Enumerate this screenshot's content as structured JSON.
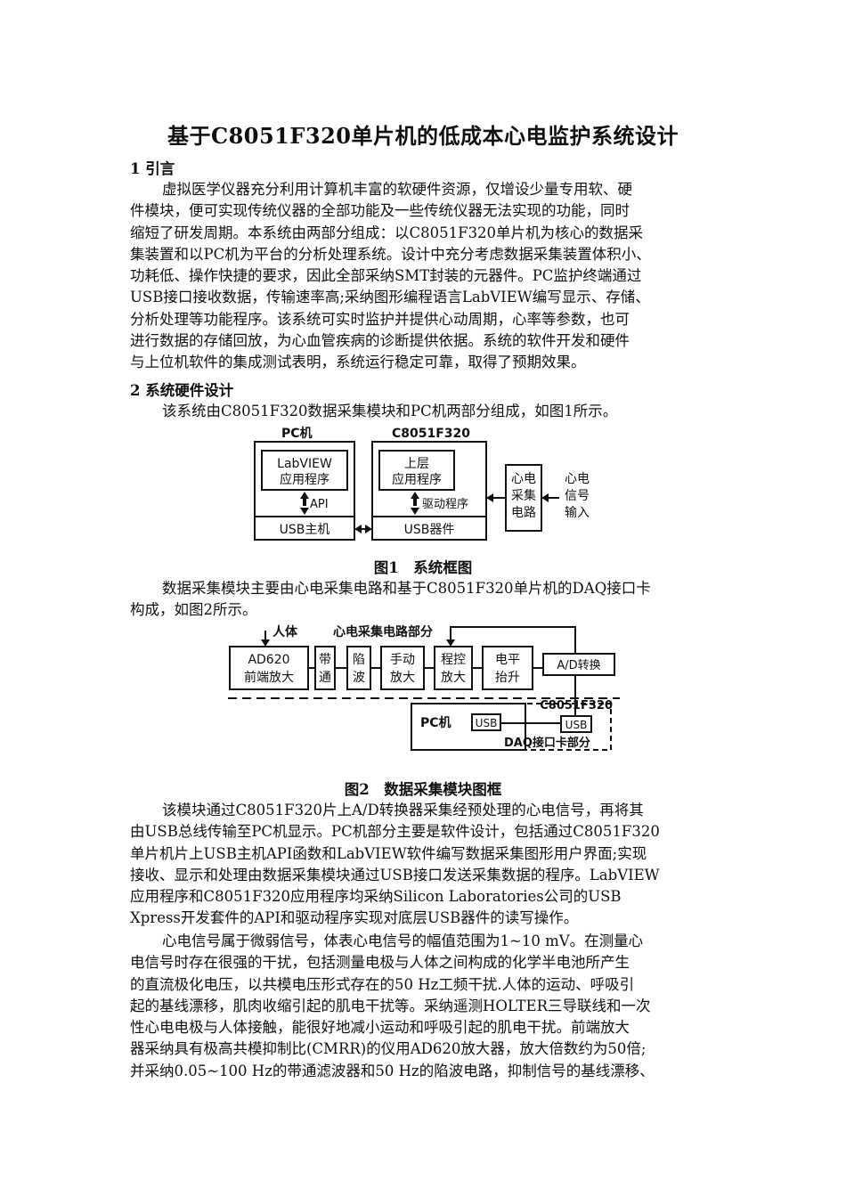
{
  "title": "基于C8051F320单片机的低成本心电监护系统设计",
  "section1": {
    "heading": "1 引言",
    "lines": [
      "虚拟医学仪器充分利用计算机丰富的软硬件资源，仅增设少量专用软、硬",
      "件模块，便可实现传统仪器的全部功能及一些传统仪器无法实现的功能，同时",
      "缩短了研发周期。本系统由两部分组成：以C8051F320单片机为核心的数据采",
      "集装置和以PC机为平台的分析处理系统。设计中充分考虑数据采集装置体积小、",
      "功耗低、操作快捷的要求，因此全部采纳SMT封装的元器件。PC监护终端通过",
      "USB接口接收数据，传输速率高;采纳图形编程语言LabVIEW编写显示、存储、",
      "分析处理等功能程序。该系统可实时监护并提供心动周期，心率等参数，也可",
      "进行数据的存储回放，为心血管疾病的诊断提供依据。系统的软件开发和硬件",
      "与上位机软件的集成测试表明，系统运行稳定可靠，取得了预期效果。"
    ]
  },
  "section2": {
    "heading": "2 系统硬件设计",
    "intro": "该系统由C8051F320数据采集模块和PC机两部分组成，如图1所示。"
  },
  "figure1": {
    "caption": "图1　系统框图",
    "pc_label": "PC机",
    "mcu_label": "C8051F320",
    "labview_app_1": "LabVIEW",
    "labview_app_2": "应用程序",
    "upper_app_1": "上层",
    "upper_app_2": "应用程序",
    "api": "API",
    "driver": "驱动程序",
    "usb_host": "USB主机",
    "usb_device": "USB器件",
    "ecg_circuit": [
      "心电",
      "采集",
      "电路"
    ],
    "ecg_input": [
      "心电",
      "信号",
      "输入"
    ]
  },
  "para_fig2_intro": [
    "数据采集模块主要由心电采集电路和基于C8051F320单片机的DAQ接口卡",
    "构成，如图2所示。"
  ],
  "figure2": {
    "caption": "图2　数据采集模块图框",
    "human": "人体",
    "circuit_part": "心电采集电路部分",
    "ad620_1": "AD620",
    "ad620_2": "前端放大",
    "bandpass": [
      "带",
      "通"
    ],
    "notch": [
      "陷",
      "波"
    ],
    "manual_amp": [
      "手动",
      "放大"
    ],
    "prog_amp": [
      "程控",
      "放大"
    ],
    "level_up": [
      "电平",
      "抬升"
    ],
    "adc": "A/D转换",
    "mcu": "C8051F320",
    "pc": "PC机",
    "usb_left": "USB",
    "usb_right": "USB",
    "daq_part": "DAQ接口卡部分"
  },
  "para3": [
    "该模块通过C8051F320片上A/D转换器采集经预处理的心电信号，再将其",
    "由USB总线传输至PC机显示。PC机部分主要是软件设计，包括通过C8051F320",
    "单片机片上USB主机API函数和LabVIEW软件编写数据采集图形用户界面;实现",
    "接收、显示和处理由数据采集模块通过USB接口发送采集数据的程序。LabVIEW",
    "应用程序和C8051F320应用程序均采纳Silicon Laboratories公司的USB",
    "Xpress开发套件的API和驱动程序实现对底层USB器件的读写操作。"
  ],
  "para4": [
    "心电信号属于微弱信号，体表心电信号的幅值范围为1~10 mV。在测量心",
    "电信号时存在很强的干扰，包括测量电极与人体之间构成的化学半电池所产生",
    "的直流极化电压，以共模电压形式存在的50 Hz工频干扰.人体的运动、呼吸引",
    "起的基线漂移，肌肉收缩引起的肌电干扰等。采纳遥测HOLTER三导联线和一次",
    "性心电电极与人体接触，能很好地减小运动和呼吸引起的肌电干扰。前端放大",
    "器采纳具有极高共模抑制比(CMRR)的仪用AD620放大器，放大倍数约为50倍;",
    "并采纳0.05~100 Hz的带通滤波器和50 Hz的陷波电路，抑制信号的基线漂移、"
  ]
}
